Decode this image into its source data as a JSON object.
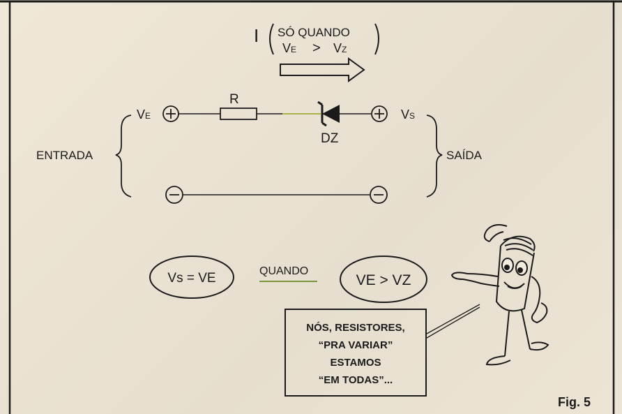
{
  "current": {
    "symbol": "I",
    "condition_line1": "SÓ QUANDO",
    "condition_line2_left": "V",
    "condition_line2_left_sub": "E",
    "condition_line2_op": ">",
    "condition_line2_right": "V",
    "condition_line2_right_sub": "Z"
  },
  "circuit": {
    "resistor_label": "R",
    "diode_label": "DZ",
    "input_label": "ENTRADA",
    "output_label": "SAÍDA",
    "vin_label": "V",
    "vin_sub": "E",
    "vout_label": "V",
    "vout_sub": "S"
  },
  "equation": {
    "left": "Vs = VE",
    "connector": "QUANDO",
    "right": "VE > VZ"
  },
  "speech_box": {
    "lines": [
      "NÓS, RESISTORES,",
      "“PRA VARIAR”",
      "ESTAMOS",
      "“EM TODAS”..."
    ]
  },
  "figure_label": "Fig. 5"
}
